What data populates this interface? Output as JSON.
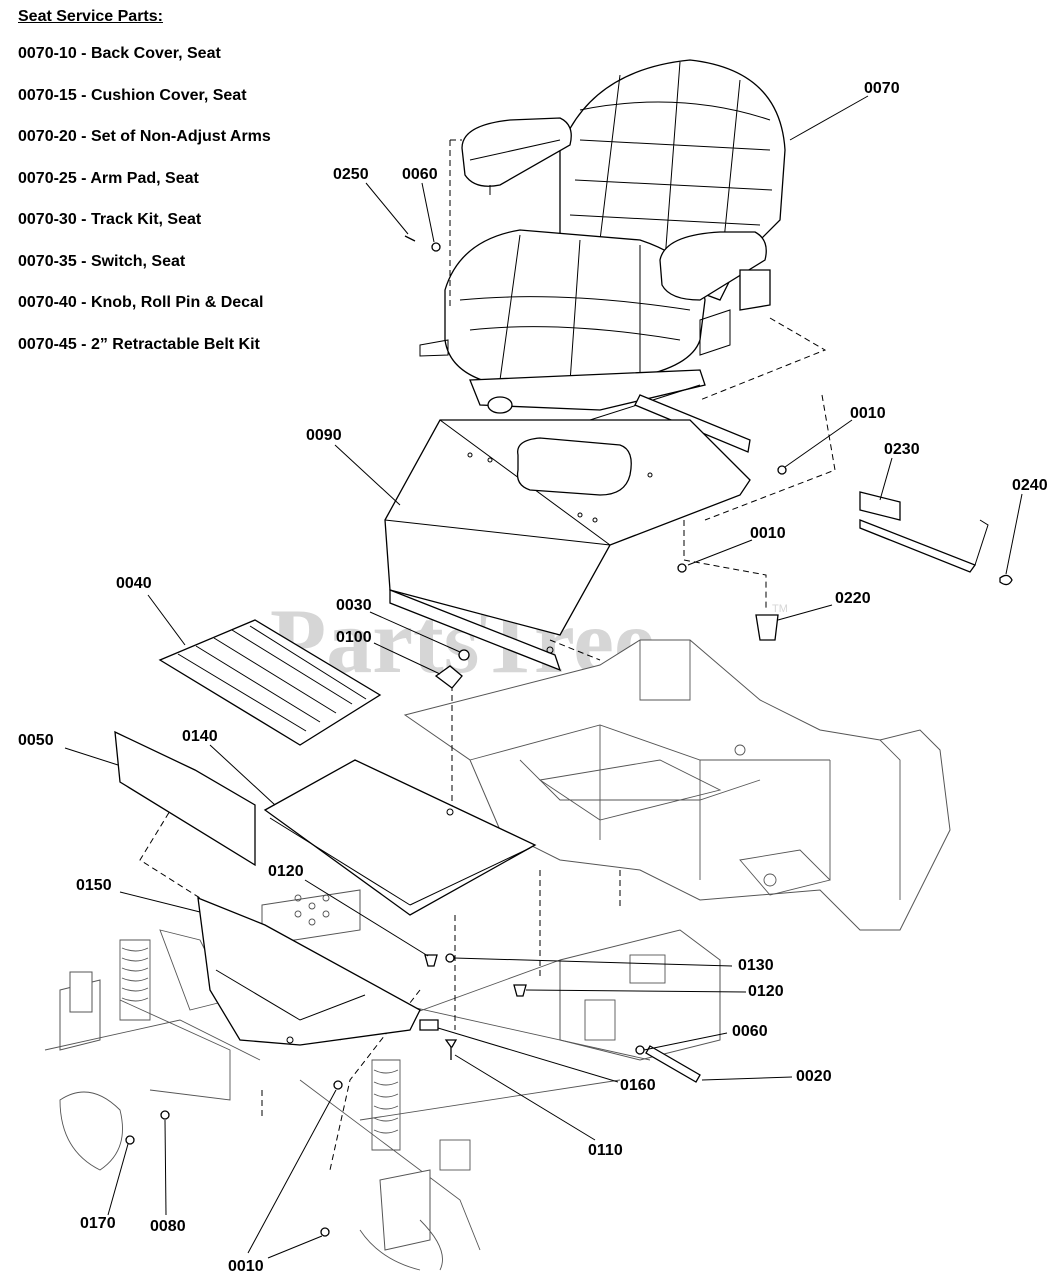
{
  "legend": {
    "heading": "Seat Service Parts:",
    "items": [
      "0070-10 - Back Cover, Seat",
      "0070-15 - Cushion Cover, Seat",
      "0070-20 - Set of Non-Adjust Arms",
      "0070-25 - Arm Pad, Seat",
      "0070-30 - Track Kit, Seat",
      "0070-35 - Switch, Seat",
      "0070-40 - Knob, Roll Pin & Decal",
      "0070-45 - 2” Retractable Belt Kit"
    ]
  },
  "watermark": {
    "text": "PartsTree",
    "tm": "TM"
  },
  "callouts": {
    "c0070": "0070",
    "c0250": "0250",
    "c0060a": "0060",
    "c0010a": "0010",
    "c0230": "0230",
    "c0240": "0240",
    "c0090": "0090",
    "c0010b": "0010",
    "c0220": "0220",
    "c0040": "0040",
    "c0030": "0030",
    "c0100": "0100",
    "c0050": "0050",
    "c0140": "0140",
    "c0120a": "0120",
    "c0150": "0150",
    "c0130": "0130",
    "c0120b": "0120",
    "c0060b": "0060",
    "c0020": "0020",
    "c0160": "0160",
    "c0110": "0110",
    "c0170": "0170",
    "c0080": "0080",
    "c0010c": "0010"
  }
}
